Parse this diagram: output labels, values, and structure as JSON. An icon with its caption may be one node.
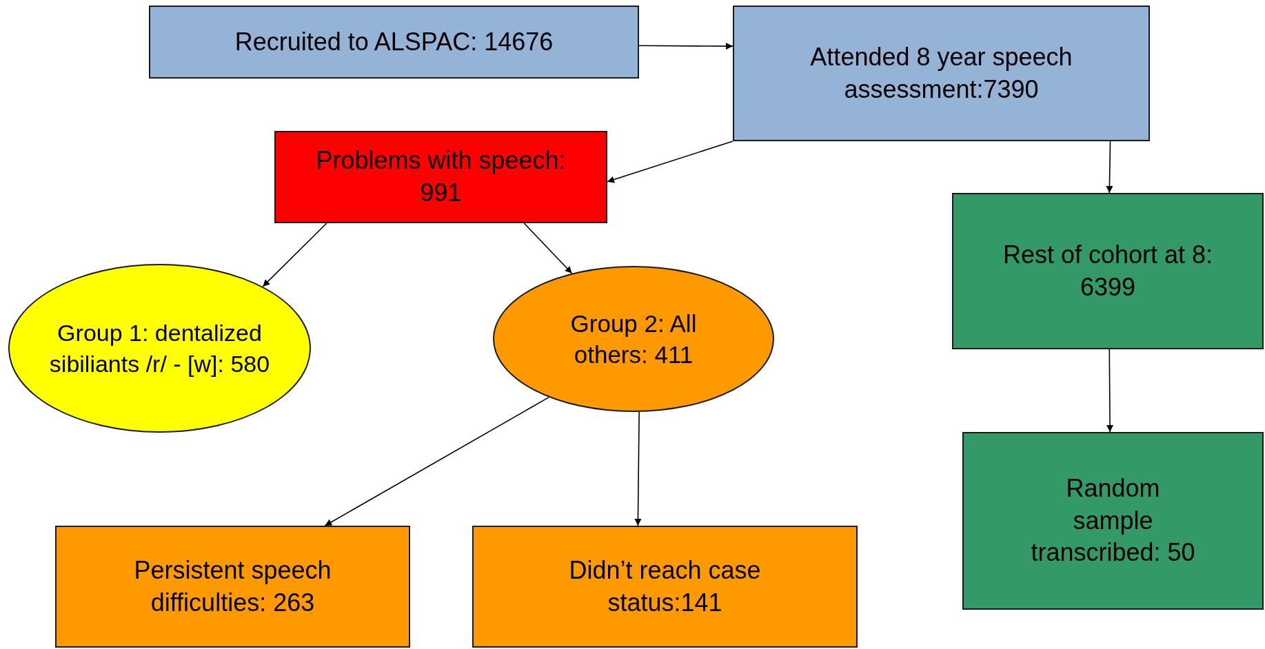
{
  "diagram": {
    "nodes": [
      {
        "text": [
          "Recruited to ALSPAC: 14676"
        ]
      },
      {
        "text": [
          "Attended 8 year speech assessment:7390"
        ]
      },
      {
        "text": [
          "Problems with speech: 991"
        ]
      },
      {
        "text": [
          "Group 1: dentalized sibiliants /r/ - [w]: 580"
        ]
      },
      {
        "text": [
          "Group 2: All others: 411"
        ]
      },
      {
        "text": [
          "Rest of cohort at 8: 6399"
        ]
      },
      {
        "text": [
          "Persistent speech difficulties: 263"
        ]
      },
      {
        "text": [
          "Didn’t reach case status:141"
        ]
      },
      {
        "text": [
          "Random sample transcribed: 50"
        ]
      }
    ],
    "edges": [
      {
        "from": 0,
        "to": 1,
        "arrow": "to"
      },
      {
        "from": 1,
        "to": 2,
        "arrow": "to"
      },
      {
        "from": 2,
        "to": 3,
        "arrow": "to"
      },
      {
        "from": 2,
        "to": 4,
        "arrow": "to"
      },
      {
        "from": 4,
        "to": 6,
        "arrow": "to"
      },
      {
        "from": 4,
        "to": 7,
        "arrow": "to"
      },
      {
        "from": 1,
        "to": 5,
        "arrow": "to"
      },
      {
        "from": 5,
        "to": 8,
        "arrow": "to"
      }
    ]
  }
}
